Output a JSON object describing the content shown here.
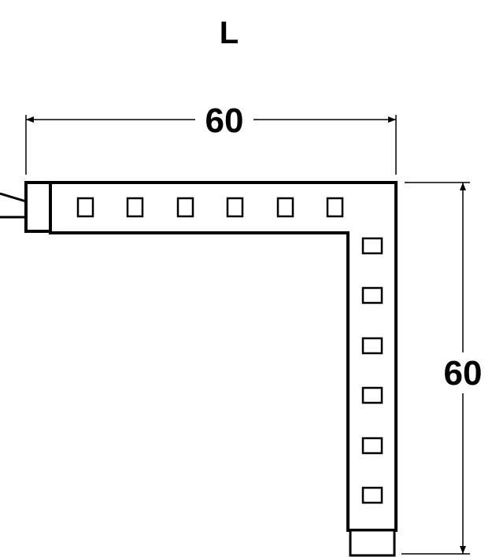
{
  "title": "L",
  "dimensions": {
    "width_label": "60",
    "height_label": "60"
  },
  "strip": {
    "horizontal_led_count": 6,
    "vertical_led_count": 6
  },
  "colors": {
    "line": "#000000",
    "background": "#ffffff"
  }
}
